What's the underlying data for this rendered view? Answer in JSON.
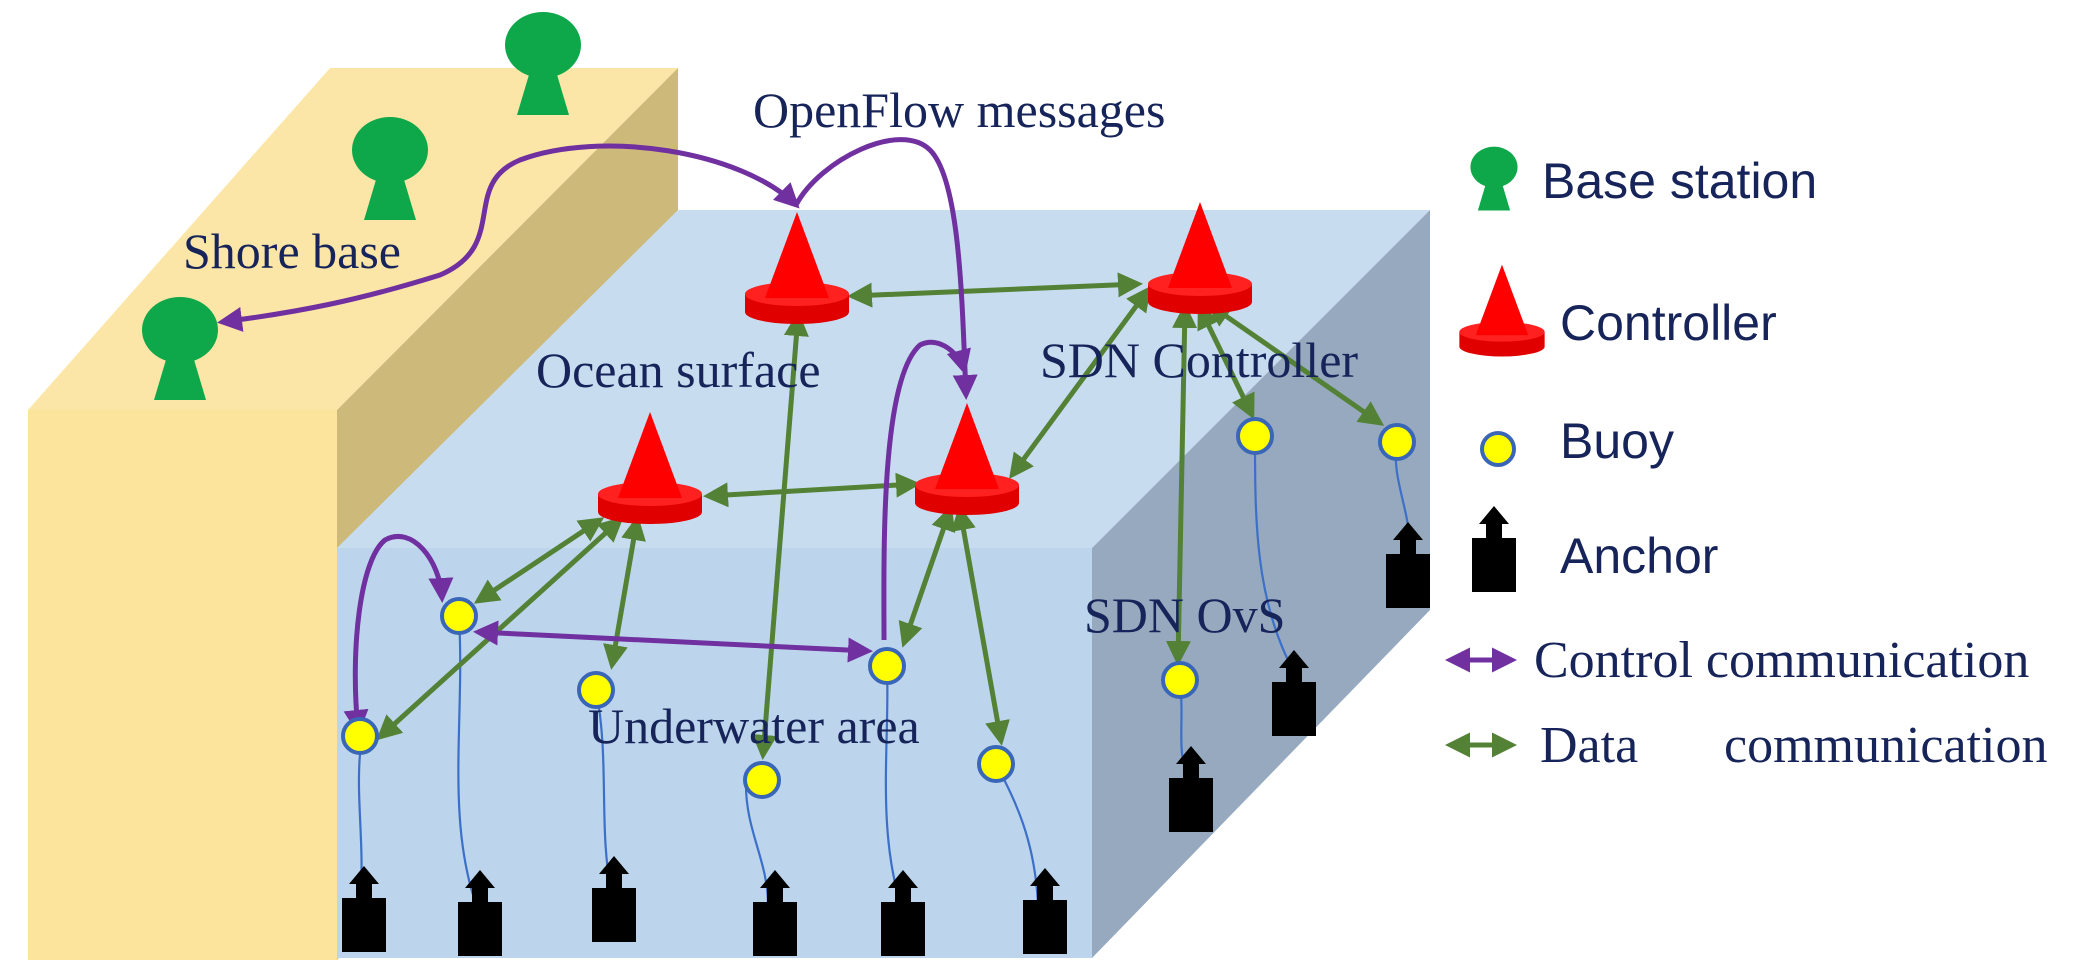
{
  "labels": {
    "openflow": "OpenFlow messages",
    "shore_base": "Shore base",
    "ocean_surface": "Ocean surface",
    "sdn_controller": "SDN Controller",
    "sdn_ovs": "SDN OvS",
    "underwater_area": "Underwater area"
  },
  "legend": {
    "base_station": "Base station",
    "controller": "Controller",
    "buoy": "Buoy",
    "anchor": "Anchor",
    "control_comm": "Control communication",
    "data_comm_1": "Data",
    "data_comm_2": "communication"
  },
  "colors": {
    "shore_front": "#fde49c",
    "shore_top": "#fce6a7",
    "shore_side": "#cdb97a",
    "ocean_top": "#c8dcef",
    "ocean_front": "#bcd5ec",
    "ocean_side": "#96a9bf",
    "base_station": "#0ea84a",
    "controller": "#ff0000",
    "buoy_fill": "#ffff00",
    "buoy_stroke": "#3a66b8",
    "anchor": "#000000",
    "control_arrow": "#7030a0",
    "data_arrow": "#538135",
    "text": "#16245a"
  }
}
